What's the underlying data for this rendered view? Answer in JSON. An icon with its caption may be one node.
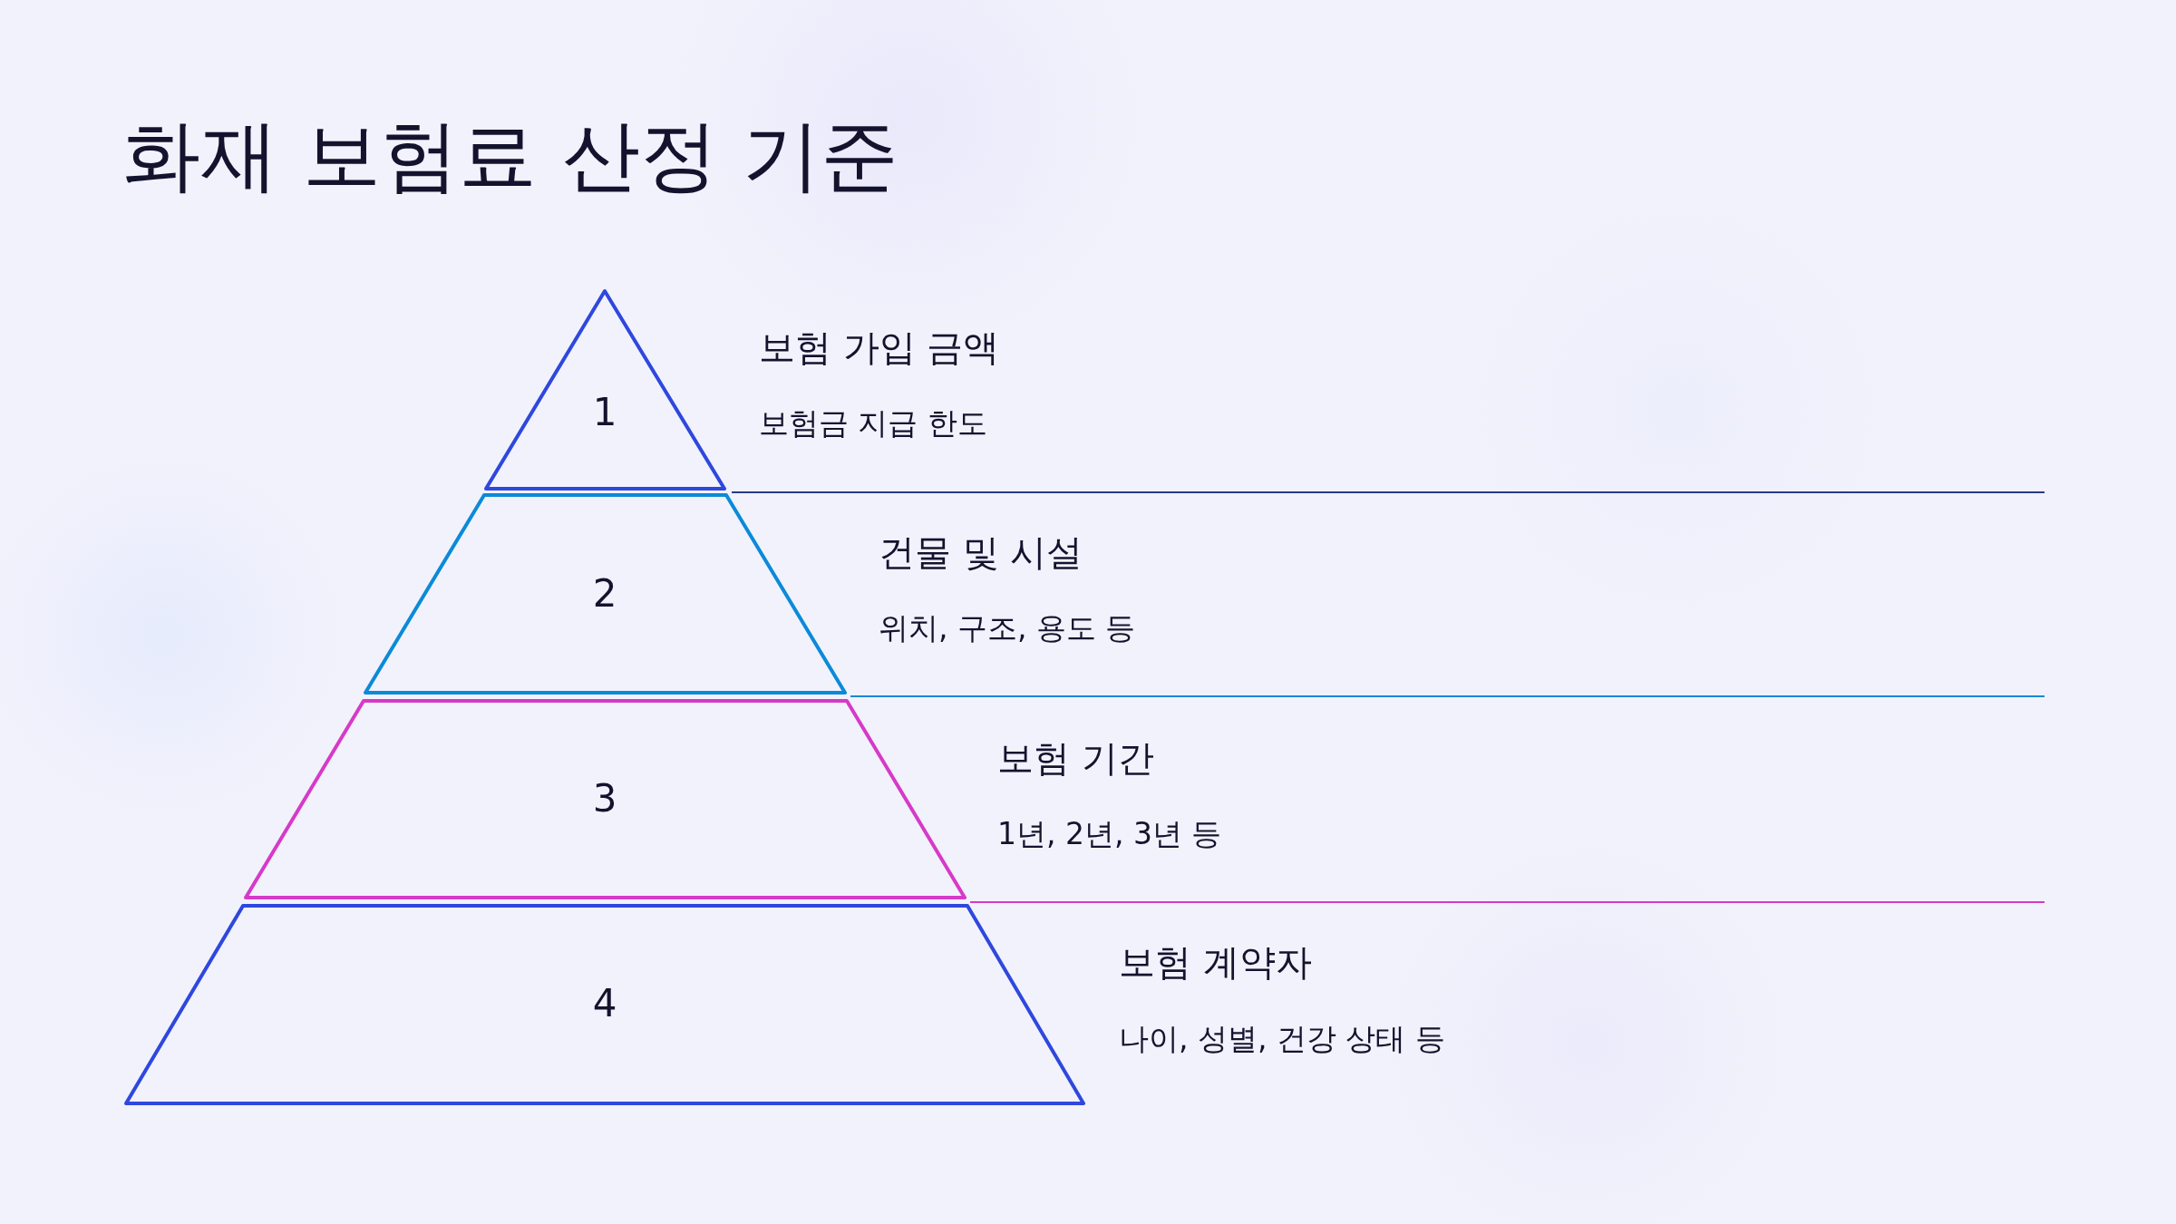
{
  "diagram": {
    "title": "화재 보험료 산정 기준",
    "nodes": [
      {
        "text": [
          "1"
        ],
        "beside": [
          "보험 가입 금액",
          "보험금 지급 한도"
        ]
      },
      {
        "text": [
          "2"
        ],
        "beside": [
          "건물 및 시설",
          "위치, 구조, 용도 등"
        ]
      },
      {
        "text": [
          "3"
        ],
        "beside": [
          "보험 기간",
          "1년, 2년, 3년 등"
        ]
      },
      {
        "text": [
          "4"
        ],
        "beside": [
          "보험 계약자",
          "나이, 성별, 건강 상태 등"
        ]
      }
    ]
  }
}
